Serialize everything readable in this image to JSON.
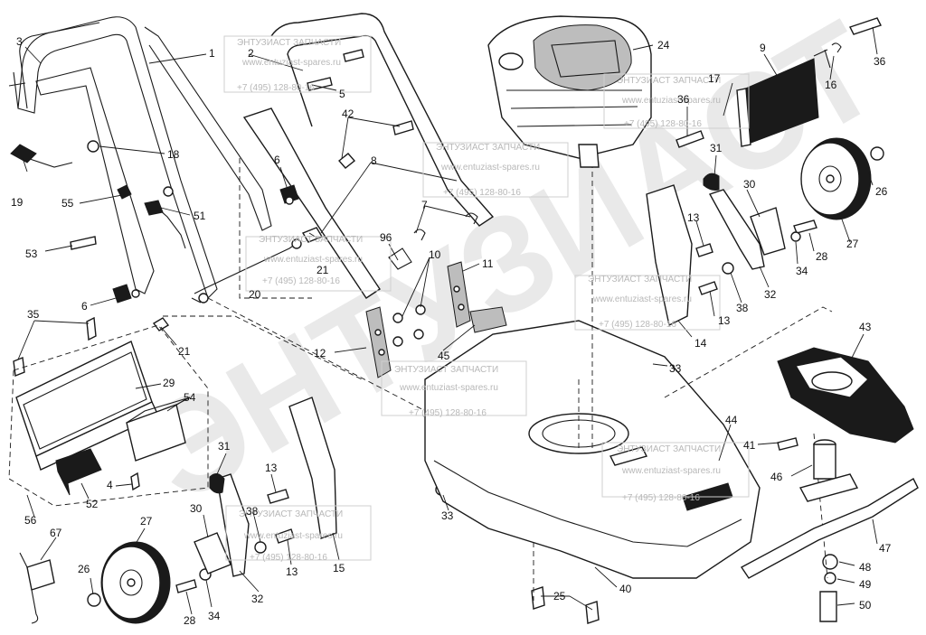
{
  "watermark": {
    "big_text": "ЭНТУЗИАСТ",
    "name": "ЭНТУЗИАСТ ЗАПЧАСТИ",
    "site": "www.entuziast-spares.ru",
    "phone": "+7 (495) 128-80-16"
  },
  "callouts": [
    "1",
    "2",
    "3",
    "4",
    "5",
    "6",
    "6",
    "7",
    "8",
    "9",
    "10",
    "11",
    "12",
    "13",
    "13",
    "13",
    "13",
    "14",
    "15",
    "16",
    "17",
    "18",
    "19",
    "20",
    "21",
    "21",
    "24",
    "25",
    "26",
    "26",
    "27",
    "27",
    "28",
    "28",
    "29",
    "30",
    "30",
    "31",
    "31",
    "32",
    "32",
    "33",
    "33",
    "34",
    "34",
    "35",
    "36",
    "36",
    "38",
    "38",
    "40",
    "41",
    "42",
    "43",
    "44",
    "45",
    "46",
    "47",
    "48",
    "49",
    "50",
    "51",
    "52",
    "53",
    "54",
    "55",
    "56",
    "67",
    "96"
  ]
}
